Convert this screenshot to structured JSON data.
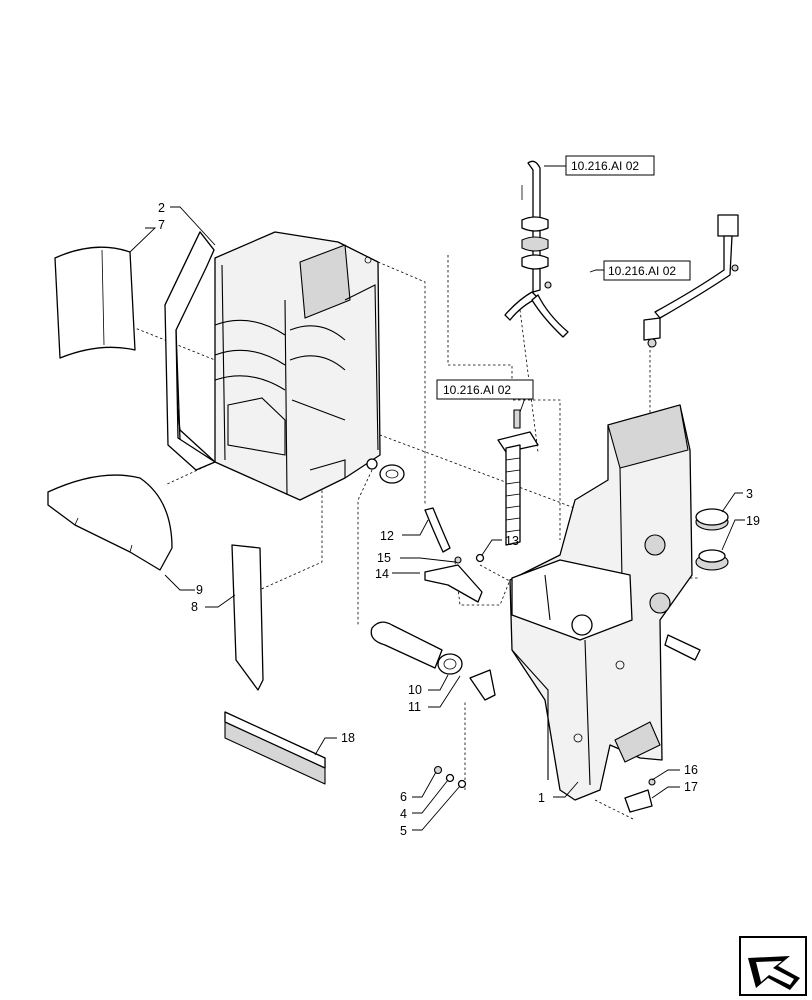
{
  "callouts": {
    "c1": "1",
    "c2": "2",
    "c3": "3",
    "c4": "4",
    "c5": "5",
    "c6": "6",
    "c7": "7",
    "c8": "8",
    "c9": "9",
    "c10": "10",
    "c11": "11",
    "c12": "12",
    "c13": "13",
    "c14": "14",
    "c15": "15",
    "c16": "16",
    "c17": "17",
    "c18": "18",
    "c19": "19"
  },
  "references": {
    "ref_top": "10.216.AI 02",
    "ref_right": "10.216.AI 02",
    "ref_mid": "10.216.AI 02"
  },
  "icons": {
    "nav": "next-page-arrow-icon"
  }
}
